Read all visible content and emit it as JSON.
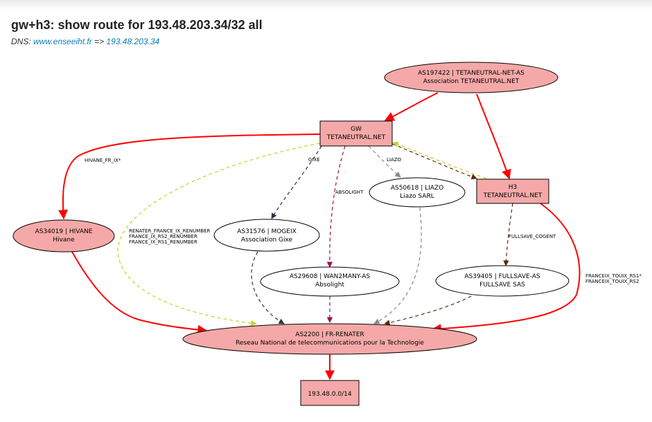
{
  "page": {
    "title": "gw+h3: show route for 193.48.203.34/32 all",
    "dns_label": "DNS:",
    "dns_host": "www.enseeiht.fr",
    "dns_arrow": "=>",
    "dns_ip": "193.48.203.34"
  },
  "colors": {
    "node_fill": "#f4a9a8",
    "node_stroke": "#000000",
    "red": "#ff0000",
    "yellowgreen": "#bfd32a",
    "slate": "#2e3440",
    "maroon": "#9b0e4c",
    "gray": "#888888",
    "brown": "#5a2a0a"
  },
  "nodes": {
    "as197422": {
      "line1": "AS197422 | TETANEUTRAL-NET-AS",
      "line2": "Association TETANEUTRAL.NET"
    },
    "gw": {
      "line1": "GW",
      "line2": "TETANEUTRAL.NET"
    },
    "h3": {
      "line1": "H3",
      "line2": "TETANEUTRAL.NET"
    },
    "as50618": {
      "line1": "AS50618 | LIAZO",
      "line2": "Liazo SARL"
    },
    "as34019": {
      "line1": "AS34019 | HIVANE",
      "line2": "Hivane"
    },
    "as31576": {
      "line1": "AS31576 | MOGEIX",
      "line2": "Association Gixe"
    },
    "as29608": {
      "line1": "AS29608 | WAN2MANY-AS",
      "line2": "Absolight"
    },
    "as39405": {
      "line1": "AS39405 | FULLSAVE-AS",
      "line2": "FULLSAVE SAS"
    },
    "as2200": {
      "line1": "AS2200 | FR-RENATER",
      "line2": "Reseau National de telecommunications pour la Technologie"
    },
    "prefix": {
      "line1": "193.48.0.0/14"
    }
  },
  "edge_labels": {
    "hivane": "HIVANE_FR_IX*",
    "renater_1": "RENATER_FRANCE_IX_RENUMBER",
    "renater_2": "FRANCE_IX_RS2_RENUMBER",
    "renater_3": "FRANCE_IX_RS1_RENUMBER",
    "gixe": "GIXE",
    "absolight": "ABSOLIGHT",
    "liazo": "LIAZO",
    "fullsave": "FULLSAVE_COGENT",
    "franceix_1": "FRANCEIX_TOUIX_RS1*",
    "franceix_2": "FRANCEIX_TOUIX_RS2"
  }
}
